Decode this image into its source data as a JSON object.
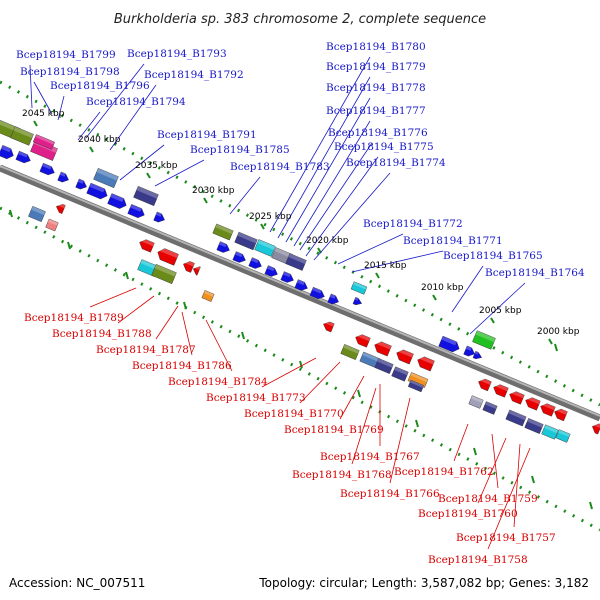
{
  "title": "Burkholderia sp. 383 chromosome 2, complete sequence",
  "footer": {
    "accession": "Accession: NC_007511",
    "summary": "Topology: circular; Length: 3,587,082 bp; Genes: 3,182"
  },
  "scale_labels": [
    "2045 kbp",
    "2040 kbp",
    "2035 kbp",
    "2030 kbp",
    "2025 kbp",
    "2020 kbp",
    "2015 kbp",
    "2010 kbp",
    "2005 kbp",
    "2000 kbp"
  ],
  "genes_forward": [
    "Bcep18194_B1799",
    "Bcep18194_B1798",
    "Bcep18194_B1796",
    "Bcep18194_B1794",
    "Bcep18194_B1793",
    "Bcep18194_B1792",
    "Bcep18194_B1791",
    "Bcep18194_B1785",
    "Bcep18194_B1783",
    "Bcep18194_B1780",
    "Bcep18194_B1779",
    "Bcep18194_B1778",
    "Bcep18194_B1777",
    "Bcep18194_B1776",
    "Bcep18194_B1775",
    "Bcep18194_B1774",
    "Bcep18194_B1772",
    "Bcep18194_B1771",
    "Bcep18194_B1765",
    "Bcep18194_B1764"
  ],
  "genes_reverse": [
    "Bcep18194_B1789",
    "Bcep18194_B1788",
    "Bcep18194_B1787",
    "Bcep18194_B1786",
    "Bcep18194_B1784",
    "Bcep18194_B1773",
    "Bcep18194_B1770",
    "Bcep18194_B1769",
    "Bcep18194_B1767",
    "Bcep18194_B1768",
    "Bcep18194_B1766",
    "Bcep18194_B1762",
    "Bcep18194_B1759",
    "Bcep18194_B1760",
    "Bcep18194_B1757",
    "Bcep18194_B1758"
  ],
  "colors": {
    "forward_label": "#1818c8",
    "reverse_label": "#d80000",
    "forward_gene": "#1010e0",
    "reverse_gene": "#e80000",
    "backbone": "#808080",
    "tick": "#1a8a1a"
  }
}
